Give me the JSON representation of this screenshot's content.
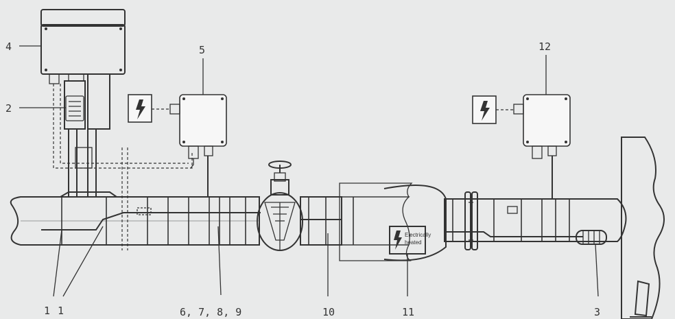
{
  "callouts": {
    "c1a": "1",
    "c1b": "1",
    "c2": "2",
    "c3": "3",
    "c4": "4",
    "c5": "5",
    "c6to9": "6, 7, 8, 9",
    "c10": "10",
    "c11": "11",
    "c12": "12"
  },
  "warning_label": {
    "line1": "Electrically",
    "line2": "heated"
  },
  "colors": {
    "background": "#e9eaea",
    "line": "#333333",
    "pipe_fill": "#f4f4f4"
  },
  "icons": [
    "lightning-bolt-icon",
    "lightning-bolt-icon",
    "lightning-bolt-icon"
  ]
}
